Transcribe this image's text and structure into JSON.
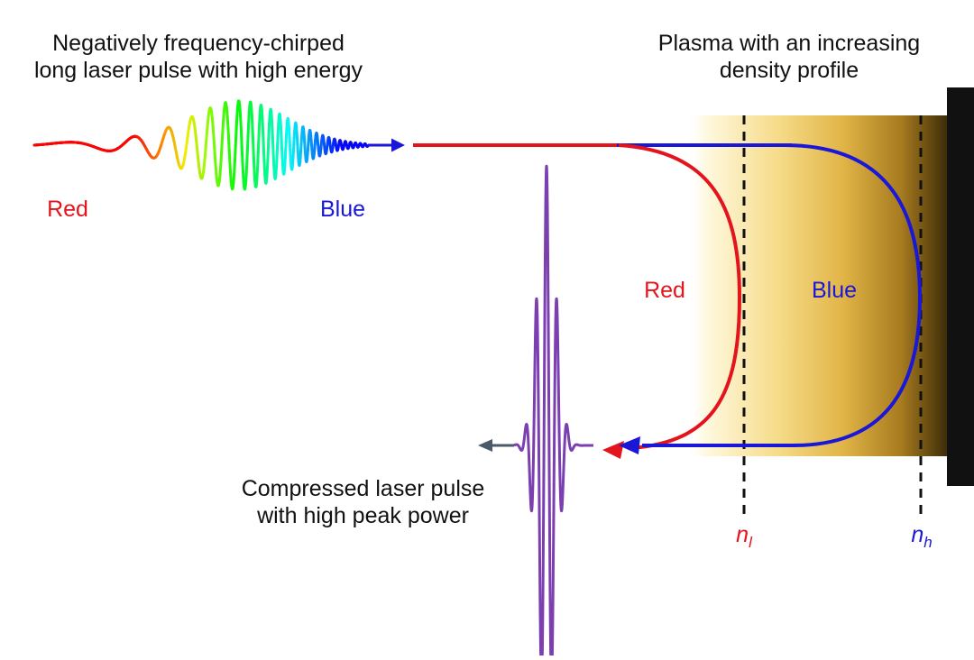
{
  "labels": {
    "input_pulse": [
      "Negatively frequency-chirped",
      "long laser pulse with high energy"
    ],
    "plasma": [
      "Plasma with an increasing",
      "density profile"
    ],
    "input_red": "Red",
    "input_blue": "Blue",
    "path_red": "Red",
    "path_blue": "Blue",
    "output_pulse": [
      "Compressed laser pulse",
      "with high peak power"
    ],
    "n_low": {
      "base": "n",
      "sub": "l"
    },
    "n_high": {
      "base": "n",
      "sub": "h"
    }
  },
  "colors": {
    "red": "#e3141b",
    "blue": "#1a17d6",
    "purple": "#7b3fb0",
    "arrow_gray": "#4a5a6a",
    "plasma_light": "#fdf3cf",
    "plasma_mid": "#e6b94a",
    "plasma_dark": "#2a1e06",
    "wall": "#111111"
  },
  "icons": {
    "input_arrow": "arrow-right-icon",
    "output_arrow": "arrow-left-icon"
  }
}
